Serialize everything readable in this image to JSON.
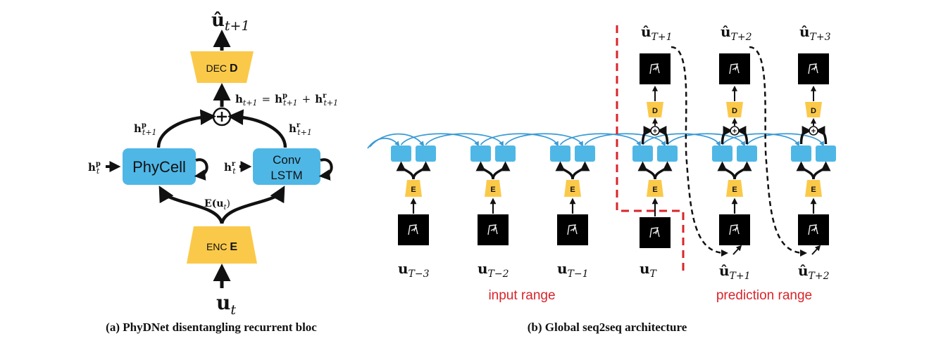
{
  "panel_a": {
    "output": "û",
    "output_sub": "t+1",
    "decoder": "DEC",
    "decoder_bold": "D",
    "sum_lhs": "h",
    "sum_lhs_sub": "t+1",
    "sum_rhs_a": "h",
    "sum_rhs_a_sup": "p",
    "sum_rhs_a_sub": "t+1",
    "sum_plus": "+",
    "sum_rhs_b": "h",
    "sum_rhs_b_sup": "r",
    "sum_rhs_b_sub": "t+1",
    "eq": "=",
    "hp_next": "h",
    "hp_next_sup": "p",
    "hp_next_sub": "t+1",
    "hr_next": "h",
    "hr_next_sup": "r",
    "hr_next_sub": "t+1",
    "hp_prev": "h",
    "hp_prev_sup": "p",
    "hp_prev_sub": "t",
    "hr_prev": "h",
    "hr_prev_sup": "r",
    "hr_prev_sub": "t",
    "phycell": "PhyCell",
    "convlstm_1": "Conv",
    "convlstm_2": "LSTM",
    "encoding": "E(u",
    "encoding_sub": "t",
    "encoding_close": ")",
    "encoder": "ENC",
    "encoder_bold": "E",
    "input": "u",
    "input_sub": "t",
    "caption": "(a) PhyDNet disentangling recurrent bloc"
  },
  "panel_b": {
    "enc_label": "E",
    "dec_label": "D",
    "plus": "+",
    "inputs": [
      {
        "base": "u",
        "sub": "T−3"
      },
      {
        "base": "u",
        "sub": "T−2"
      },
      {
        "base": "u",
        "sub": "T−1"
      },
      {
        "base": "u",
        "sub": "T"
      }
    ],
    "fed_back": [
      {
        "base": "û",
        "sub": "T+1"
      },
      {
        "base": "û",
        "sub": "T+2"
      }
    ],
    "outputs": [
      {
        "base": "û",
        "sub": "T+1"
      },
      {
        "base": "û",
        "sub": "T+2"
      },
      {
        "base": "û",
        "sub": "T+3"
      }
    ],
    "input_range": "input range",
    "prediction_range": "prediction range",
    "caption": "(b) Global seq2seq architecture"
  },
  "colors": {
    "cell_blue": "#4fb7e6",
    "codec_yellow": "#fbc94a",
    "range_red": "#d9242a",
    "frame_black": "#000000"
  }
}
